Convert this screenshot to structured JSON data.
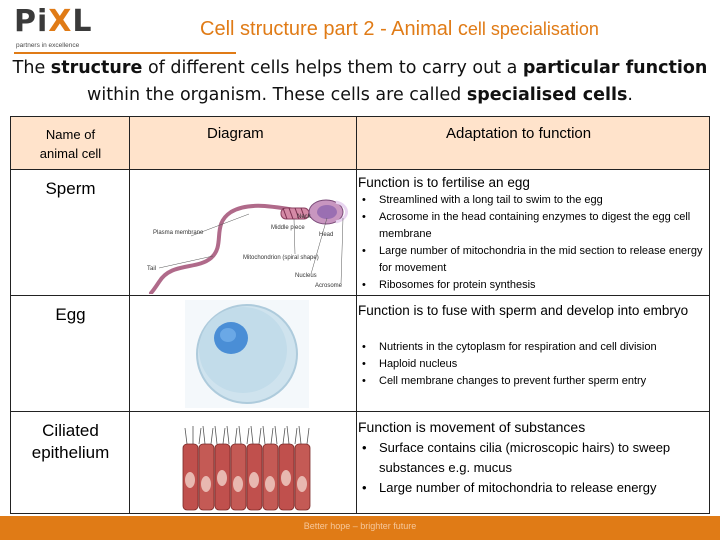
{
  "brand": {
    "logo_main": "PiXL",
    "logo_tagline": "partners in excellence",
    "accent": "#e07b16",
    "header_fill": "#ffe3cb"
  },
  "title": {
    "part1": "Cell structure part 2 - Animal c",
    "part2": "ell specialisation"
  },
  "intro": {
    "s1": "The ",
    "b1": "structure",
    "s2": " of different cells helps them to carry out a ",
    "b2": "particular function",
    "s3": " within the organism. These cells are called ",
    "b3": "specialised cells",
    "s4": "."
  },
  "table": {
    "headers": {
      "name": "Name of animal cell",
      "diagram": "Diagram",
      "adaptation": "Adaptation to function"
    },
    "rows": [
      {
        "name": "Sperm",
        "function": "Function is to fertilise an egg",
        "bullets": [
          "Streamlined with a long tail to swim to the egg",
          "Acrosome in the head containing enzymes to digest the egg cell membrane",
          "Large number of mitochondria in the mid section to release energy for movement",
          "Ribosomes for protein synthesis"
        ],
        "diagram_labels": {
          "neck": "Neck",
          "plasma": "Plasma membrane",
          "middle": "Middle piece",
          "head": "Head",
          "tail": "Tail",
          "mito": "Mitochondrion (spiral shape)",
          "nucleus": "Nucleus",
          "acrosome": "Acrosome"
        }
      },
      {
        "name": "Egg",
        "function": "Function is to fuse with sperm and develop into embryo",
        "bullets": [
          "Nutrients in the cytoplasm for respiration and cell division",
          "Haploid nucleus",
          "Cell membrane changes to prevent further sperm entry"
        ]
      },
      {
        "name": "Ciliated epithelium",
        "function": "Function is movement of substances",
        "bullets": [
          "Surface contains cilia (microscopic hairs) to sweep substances e.g. mucus",
          "Large number of mitochondria to release energy"
        ]
      }
    ]
  },
  "footer": {
    "text": "Better hope – brighter future"
  }
}
